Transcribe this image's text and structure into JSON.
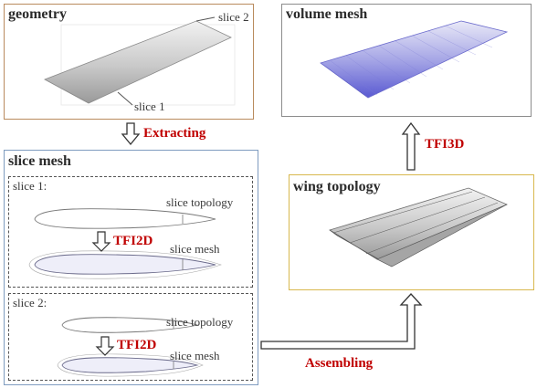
{
  "panels": {
    "geometry": {
      "title": "geometry",
      "border": "#b98b5e"
    },
    "volume_mesh": {
      "title": "volume mesh",
      "border": "#8c8c8c"
    },
    "slice_mesh": {
      "title": "slice mesh",
      "border": "#7f9cc0"
    },
    "wing_topology": {
      "title": "wing topology",
      "border": "#d8b84e"
    }
  },
  "geometry_labels": {
    "slice_2": "slice 2",
    "slice_1": "slice 1"
  },
  "slice_groups": [
    {
      "title": "slice 1:",
      "topology": "slice topology",
      "mesh": "slice mesh",
      "op": "TFI2D"
    },
    {
      "title": "slice 2:",
      "topology": "slice topology",
      "mesh": "slice mesh",
      "op": "TFI2D"
    }
  ],
  "flow": {
    "extracting": "Extracting",
    "tfi3d": "TFI3D",
    "assembling": "Assembling"
  },
  "colors": {
    "accent_red": "#c00000",
    "mesh_blue": "#5a5ad2"
  }
}
